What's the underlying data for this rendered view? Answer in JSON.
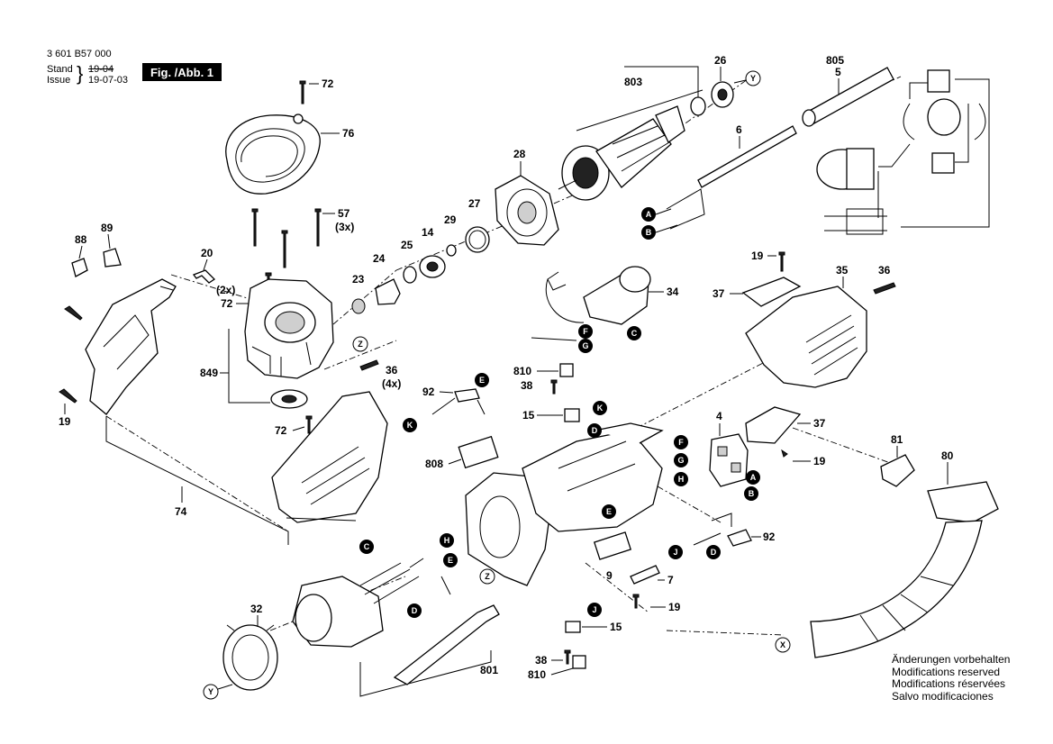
{
  "header": {
    "doc_number": "3 601 B57 000",
    "stand_label": "Stand",
    "issue_label": "Issue",
    "date_old": "19-04",
    "date_new": "19-07-03",
    "figure_label": "Fig. /Abb. 1"
  },
  "notes": [
    "Änderungen vorbehalten",
    "Modifications reserved",
    "Modifications réservées",
    "Salvo modificaciones"
  ],
  "part_numbers": {
    "p72a": "72",
    "p76": "76",
    "p57": "57",
    "q3x": "(3x)",
    "p88": "88",
    "p89": "89",
    "p20": "20",
    "q2x": "(2x)",
    "p72b": "72",
    "p23": "23",
    "p24": "24",
    "p25": "25",
    "p14": "14",
    "p29": "29",
    "p27": "27",
    "p28": "28",
    "p803": "803",
    "p26": "26",
    "p805": "805",
    "p5": "5",
    "p6": "6",
    "p849": "849",
    "p36a": "36",
    "q4x": "(4x)",
    "p19a": "19",
    "p72c": "72",
    "p74": "74",
    "p19b": "19",
    "p35": "35",
    "p36b": "36",
    "p37a": "37",
    "p34": "34",
    "p810a": "810",
    "p38a": "38",
    "p92a": "92",
    "p15a": "15",
    "p808": "808",
    "p4": "4",
    "p37b": "37",
    "p19c": "19",
    "p81": "81",
    "p80": "80",
    "p92b": "92",
    "p7": "7",
    "p9": "9",
    "p19d": "19",
    "p15b": "15",
    "p38b": "38",
    "p810b": "810",
    "p801": "801",
    "p32": "32"
  },
  "connectors": {
    "A": "A",
    "B": "B",
    "C": "C",
    "D": "D",
    "E": "E",
    "F": "F",
    "G": "G",
    "H": "H",
    "J": "J",
    "K": "K",
    "X": "X",
    "Y": "Y",
    "Z": "Z"
  }
}
